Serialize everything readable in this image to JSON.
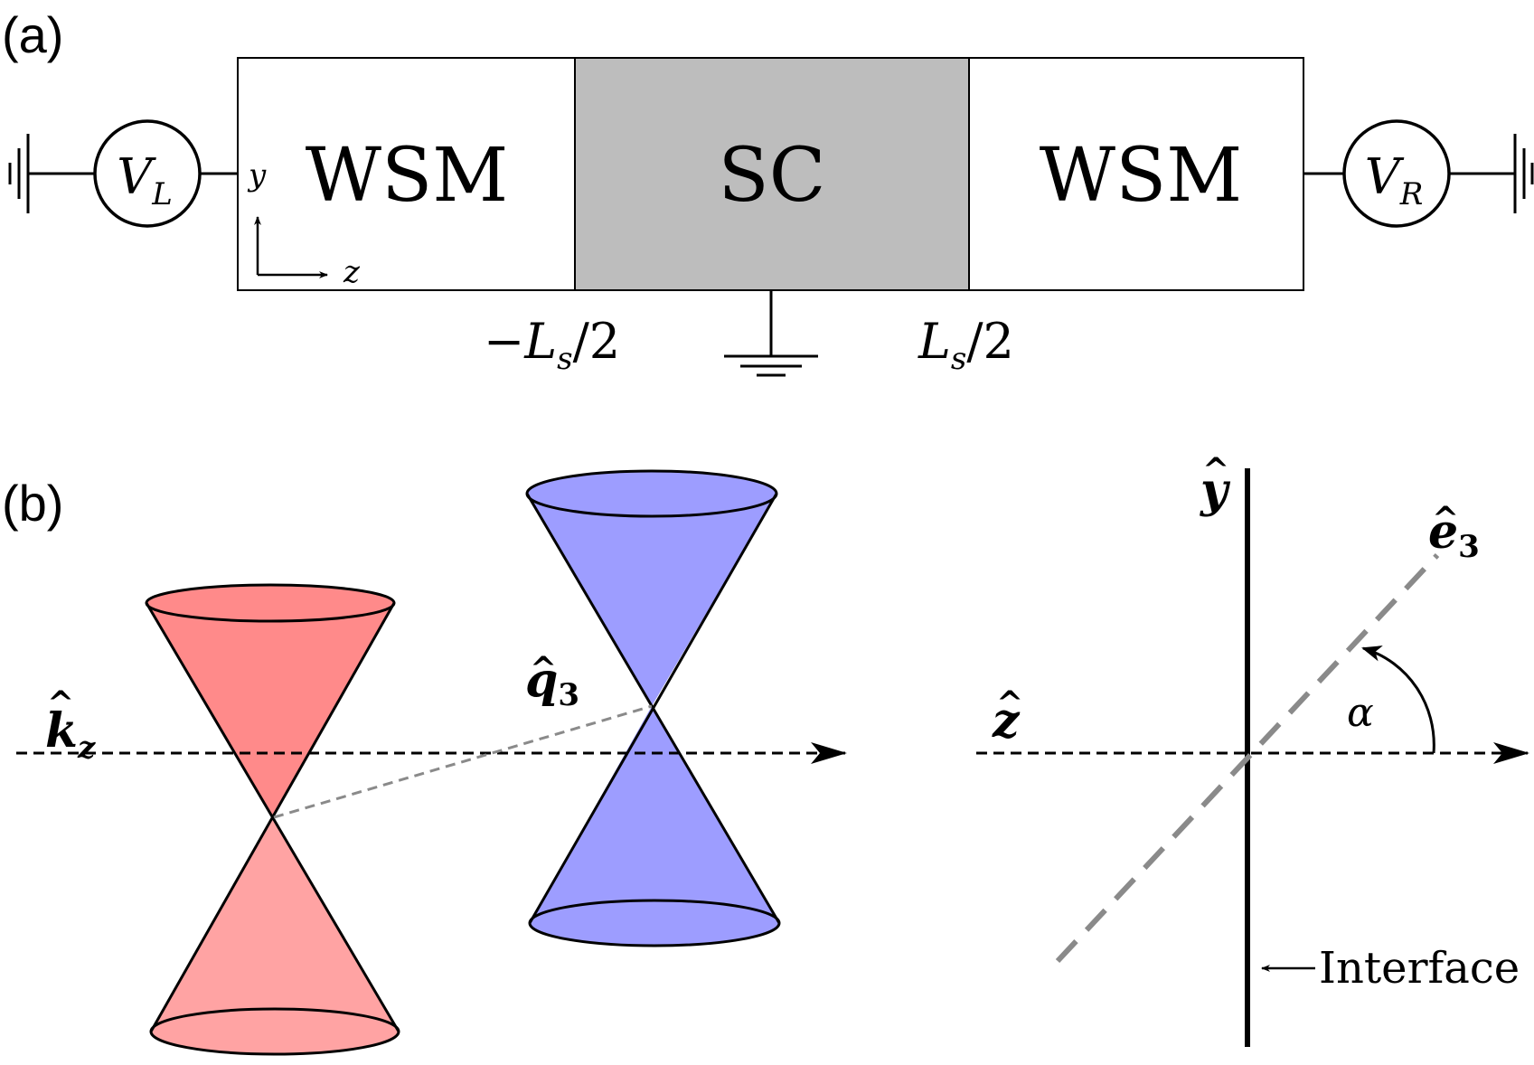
{
  "panel_a": {
    "label": "(a)",
    "left_region": "WSM",
    "center_region": "SC",
    "right_region": "WSM",
    "left_source": {
      "symbol": "V",
      "subscript": "L"
    },
    "right_source": {
      "symbol": "V",
      "subscript": "R"
    },
    "axis_y": "y",
    "axis_z": "z",
    "boundary_left": {
      "prefix": "−L",
      "subscript": "s",
      "suffix": "/2"
    },
    "boundary_right": {
      "prefix": "L",
      "subscript": "s",
      "suffix": "/2"
    }
  },
  "panel_b": {
    "label": "(b)",
    "kz_label": {
      "hat": "^",
      "symbol": "k",
      "subscript": "z"
    },
    "q3_label": {
      "hat": "^",
      "symbol": "q",
      "subscript": "3"
    },
    "y_hat": {
      "hat": "^",
      "symbol": "y"
    },
    "e3_label": {
      "hat": "^",
      "symbol": "e",
      "subscript": "3"
    },
    "z_hat": {
      "hat": "^",
      "symbol": "z"
    },
    "alpha": "α",
    "interface": "Interface"
  },
  "colors": {
    "sc_fill": "#bdbdbd",
    "red_cone": "#ff8a8a",
    "red_cone_light": "#ffa3a3",
    "blue_cone": "#9d9dff",
    "dashed_gray": "#8a8a8a"
  }
}
